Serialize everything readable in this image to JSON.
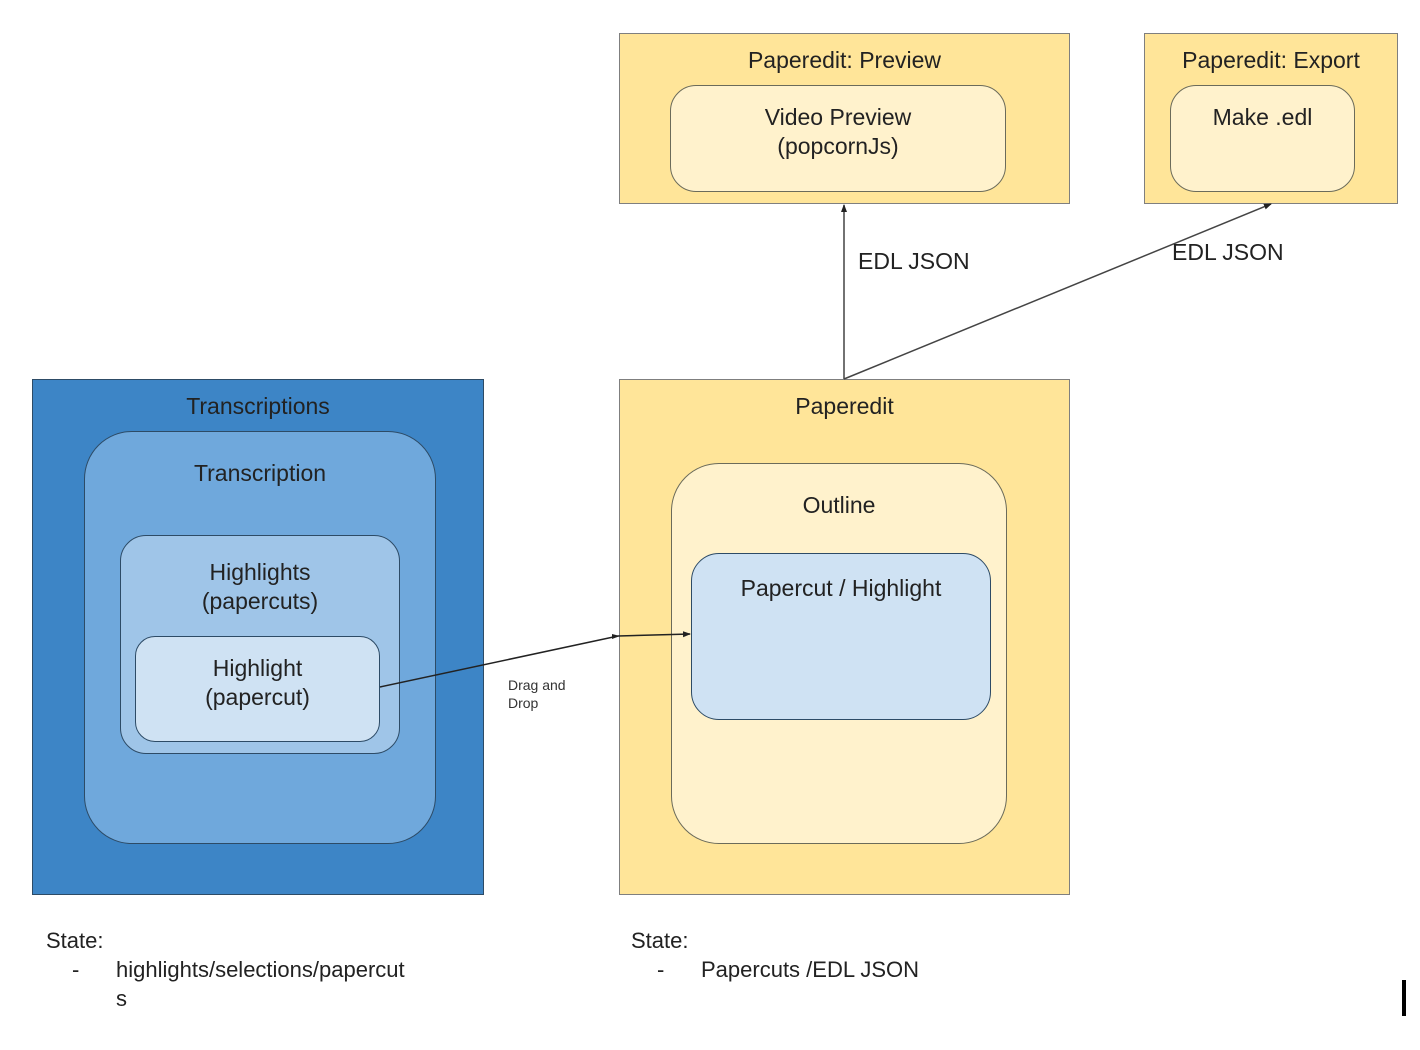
{
  "nodes": {
    "preview": {
      "title": "Paperedit: Preview",
      "inner": [
        "Video Preview",
        "(popcornJs)"
      ]
    },
    "export": {
      "title": "Paperedit: Export",
      "inner": [
        "Make .edl"
      ]
    },
    "transcriptions": {
      "title": "Transcriptions",
      "transcription": "Transcription",
      "highlights": [
        "Highlights",
        "(papercuts)"
      ],
      "highlight": [
        "Highlight",
        "(papercut)"
      ]
    },
    "paperedit": {
      "title": "Paperedit",
      "outline": "Outline",
      "papercut": "Papercut / Highlight"
    }
  },
  "edges": {
    "to_preview": "EDL JSON",
    "to_export": "EDL JSON",
    "drag": [
      "Drag and",
      "Drop"
    ]
  },
  "states": {
    "left": {
      "heading": "State:",
      "bullet": "-",
      "item": "highlights/selections/papercut",
      "item_wrap": "s"
    },
    "right": {
      "heading": "State:",
      "bullet": "-",
      "item": "Papercuts /EDL JSON"
    }
  },
  "colors": {
    "yellow_outer": "#ffe599",
    "yellow_inner": "#fff2cc",
    "blue_dark": "#3d85c6",
    "blue_mid": "#6fa8dc",
    "blue_light": "#9fc5e8",
    "blue_lightest": "#cfe2f3"
  }
}
